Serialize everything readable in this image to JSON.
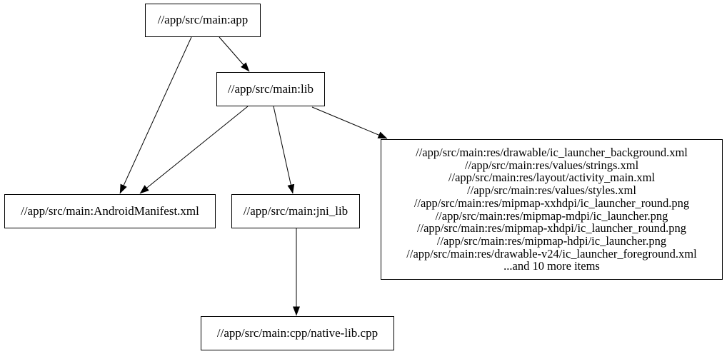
{
  "graph": {
    "nodes": [
      {
        "id": "app",
        "label": "//app/src/main:app"
      },
      {
        "id": "lib",
        "label": "//app/src/main:lib"
      },
      {
        "id": "android-manifest",
        "label": "//app/src/main:AndroidManifest.xml"
      },
      {
        "id": "jni-lib",
        "label": "//app/src/main:jni_lib"
      },
      {
        "id": "resources",
        "lines": [
          "//app/src/main:res/drawable/ic_launcher_background.xml",
          "//app/src/main:res/values/strings.xml",
          "//app/src/main:res/layout/activity_main.xml",
          "//app/src/main:res/values/styles.xml",
          "//app/src/main:res/mipmap-xxhdpi/ic_launcher_round.png",
          "//app/src/main:res/mipmap-mdpi/ic_launcher.png",
          "//app/src/main:res/mipmap-xhdpi/ic_launcher_round.png",
          "//app/src/main:res/mipmap-hdpi/ic_launcher.png",
          "//app/src/main:res/drawable-v24/ic_launcher_foreground.xml",
          "...and 10 more items"
        ]
      },
      {
        "id": "native-lib",
        "label": "//app/src/main:cpp/native-lib.cpp"
      }
    ],
    "edges": [
      {
        "from": "app",
        "to": "lib"
      },
      {
        "from": "app",
        "to": "android-manifest"
      },
      {
        "from": "lib",
        "to": "android-manifest"
      },
      {
        "from": "lib",
        "to": "jni-lib"
      },
      {
        "from": "lib",
        "to": "resources"
      },
      {
        "from": "jni-lib",
        "to": "native-lib"
      }
    ],
    "colors": {
      "background": "#ffffff",
      "node_fill": "#ffffff",
      "node_border": "#000000",
      "text": "#000000",
      "edge": "#000000"
    }
  }
}
